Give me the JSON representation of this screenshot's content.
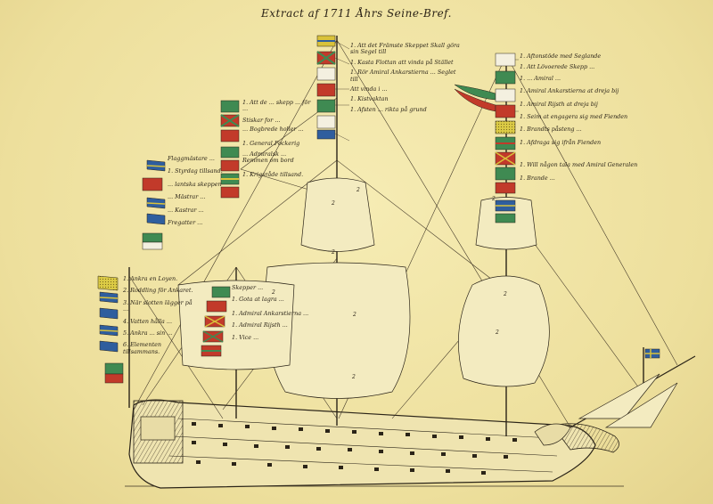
{
  "title": "Extract af 1711 Åhrs Seine-Bref.",
  "colors": {
    "paper": "#f1e6a8",
    "ink": "#2b2418",
    "flag_red": "#c23a2a",
    "flag_green": "#3f8a52",
    "flag_blue": "#2f5e9e",
    "flag_yellow": "#d9c23a",
    "flag_white": "#f4f0e0"
  },
  "labels": {
    "fore": [
      "1. Ankra en Loyen.",
      "2. Roddling för Ankaret.",
      "3. När slotten lägger på ...",
      "4. Vatten hålla ...",
      "5. Ankra ... sin ...",
      "6. Elementen tillsammans."
    ],
    "fore_upper": [
      "Flaggmästare ... ",
      "1. Styrdag tillsand.",
      "... lantska skeppen",
      "... Mästrar ... ",
      "... Kastrar ... ",
      "Fregatter ... "
    ],
    "fore_mast": [
      "1. Att de ... skepp ... för ...",
      "Stiskar for ...",
      "... Bogbrede holler ...",
      "1. General Fockerig",
      "... Admiralsk ... Remmen om bord",
      "1. Krigsråde tillsand."
    ],
    "waist": [
      "Skepper ... ",
      "1. Gota at lagra ...",
      "1. Admiral Ankarstierna ... ",
      "1. Admiral Rijsth ... ",
      "1. Vice ... "
    ],
    "main_top": [
      "1. Att det Främste Skeppet Skall göra sin Segel till",
      "1. Kasta Flottan att vinda på Stället",
      "1. Rör Amiral Ankarstierna ... Seglet till",
      "Att vinda i ...",
      "1. Kistvaktan",
      "1. Afsten ... rikta på grund"
    ],
    "mizzen": [
      "1. Aftonstöde med Seglande",
      "1. Att Lövoerede Skepp ... ",
      "1. ... Amiral ...",
      "1. Amiral Ankarstierna at dreja bij",
      "1. Amiral Rijsth at dreja bij",
      "1. Seim at engagera sig med Fienden",
      "1. Brandts påsteng ... ",
      "1. Afdraga sig ifrån Fienden",
      "1. Will någon tala med Amiral Generalen",
      "1. Brande ... "
    ]
  }
}
